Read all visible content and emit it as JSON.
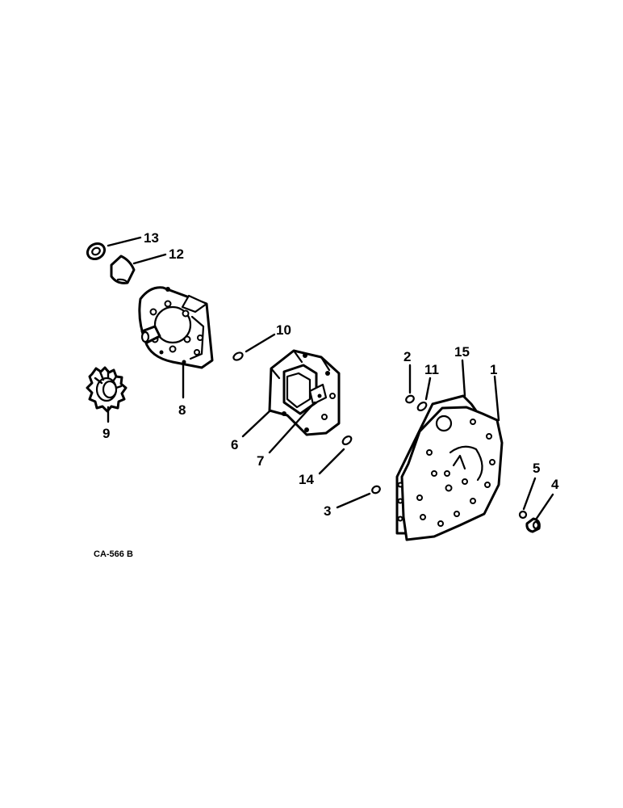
{
  "diagram": {
    "drawing_code": "CA-566 B",
    "callouts": [
      "1",
      "2",
      "3",
      "4",
      "5",
      "6",
      "7",
      "8",
      "9",
      "10",
      "11",
      "12",
      "13",
      "14",
      "15"
    ]
  }
}
